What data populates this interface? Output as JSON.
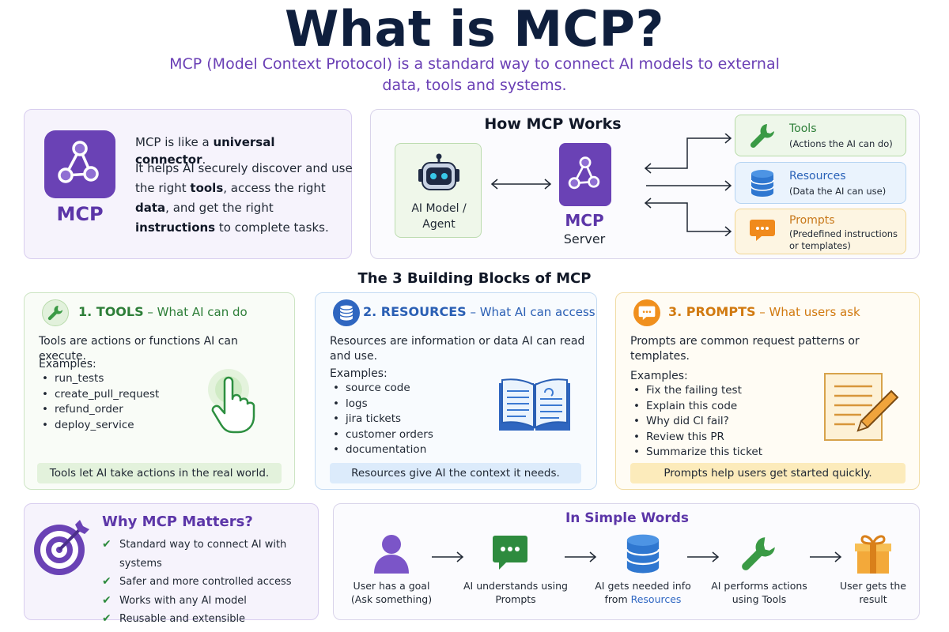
{
  "header": {
    "title": "What is MCP?",
    "subtitle": "MCP (Model Context Protocol) is a standard way to connect AI models to external data, tools and systems."
  },
  "intro": {
    "logo_text": "MCP",
    "line1_pre": "MCP is like a ",
    "line1_bold": "universal connector",
    "line1_post": ".",
    "p_1": "It helps AI securely discover and use the right ",
    "p_tools": "tools",
    "p_2": ", access the right ",
    "p_data": "data",
    "p_3": ", and get the right ",
    "p_instructions": "instructions",
    "p_4": " to complete tasks."
  },
  "how": {
    "title": "How MCP Works",
    "agent_label": "AI Model / Agent",
    "server_title": "MCP",
    "server_sub": "Server",
    "tools_title": "Tools",
    "tools_desc": "(Actions the AI can do)",
    "resources_title": "Resources",
    "resources_desc": "(Data the AI can use)",
    "prompts_title": "Prompts",
    "prompts_desc": "(Predefined instructions or templates)"
  },
  "blocks_heading": "The 3 Building Blocks of MCP",
  "blocks": {
    "tools": {
      "num": "1. TOOLS",
      "sub": " – What AI can do",
      "desc": "Tools are actions or functions AI can execute.",
      "examples_label": "Examples:",
      "examples": [
        "run_tests",
        "create_pull_request",
        "refund_order",
        "deploy_service"
      ],
      "footer": "Tools let AI take actions in the real world."
    },
    "resources": {
      "num": "2. RESOURCES",
      "sub": " – What AI can access",
      "desc": "Resources are information or data AI can read and use.",
      "examples_label": "Examples:",
      "examples": [
        "source code",
        "logs",
        "jira tickets",
        "customer orders",
        "documentation"
      ],
      "footer": "Resources give AI the context it needs."
    },
    "prompts": {
      "num": "3. PROMPTS",
      "sub": " – What users ask",
      "desc": "Prompts are common request patterns or templates.",
      "examples_label": "Examples:",
      "examples": [
        "Fix the failing test",
        "Explain this code",
        "Why did CI fail?",
        "Review this PR",
        "Summarize this ticket"
      ],
      "footer": "Prompts help users get started quickly."
    }
  },
  "why": {
    "title": "Why MCP Matters?",
    "items": [
      "Standard way to connect AI with systems",
      "Safer and more controlled access",
      "Works with any AI model",
      "Reusable and extensible"
    ]
  },
  "simple": {
    "title": "In Simple Words",
    "step1_a": "User has a goal",
    "step1_b": "(Ask something)",
    "step2_a": "AI understands using",
    "step2_b": "Prompts",
    "step3_a": "AI gets needed info",
    "step3_b_pre": "from ",
    "step3_b_hl": "Resources",
    "step4_a": "AI performs actions",
    "step4_b": "using Tools",
    "step5_a": "User gets the",
    "step5_b": "result"
  },
  "colors": {
    "purple": "#6a42b5",
    "green": "#2e8b3e",
    "blue": "#2e66c2",
    "orange": "#e08a1e",
    "navy": "#0f1f3d"
  },
  "icons": [
    "mcp-network-icon",
    "robot-icon",
    "wrench-icon",
    "database-icon",
    "speech-bubble-icon",
    "pointing-hand-icon",
    "open-book-icon",
    "notepad-pencil-icon",
    "target-icon",
    "check-icon",
    "user-icon",
    "chat-icon",
    "gift-icon"
  ]
}
